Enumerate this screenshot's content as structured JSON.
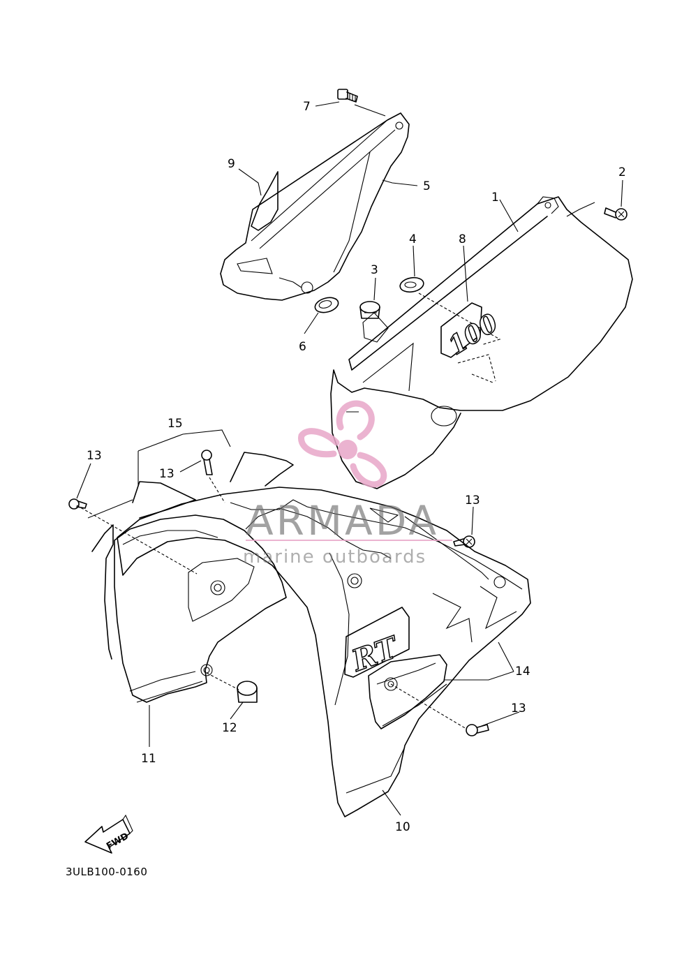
{
  "diagram": {
    "code": "3ULB100-0160",
    "fwd_label": "FWD",
    "callouts": {
      "c1": "1",
      "c2": "2",
      "c3": "3",
      "c4": "4",
      "c5": "5",
      "c6": "6",
      "c7": "7",
      "c8": "8",
      "c9": "9",
      "c10": "10",
      "c11": "11",
      "c12": "12",
      "c13a": "13",
      "c13b": "13",
      "c13c": "13",
      "c13d": "13",
      "c14": "14",
      "c15": "15"
    },
    "decals": {
      "number_decal": "100",
      "rt_decal": "RT"
    }
  },
  "watermark": {
    "brand": "ARMADA",
    "tagline": "marine outboards",
    "logo_color": "#e8a6c8",
    "text_color": "#6e6e6e"
  }
}
